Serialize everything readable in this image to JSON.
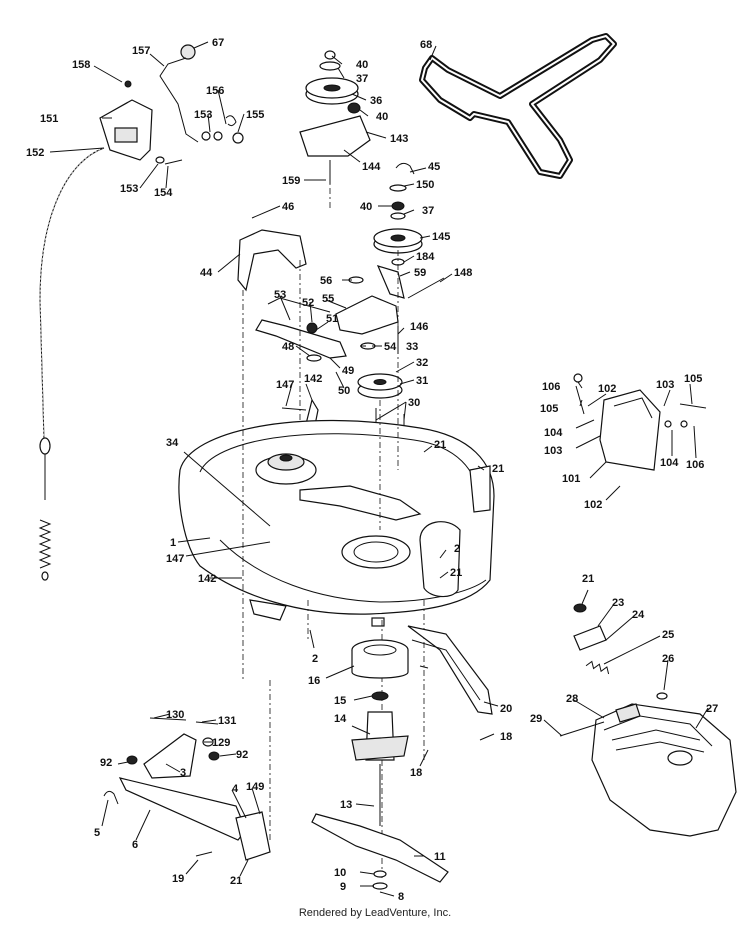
{
  "footer": "Rendered by LeadVenture, Inc.",
  "callouts": {
    "c1": "1",
    "c2a": "2",
    "c2b": "2",
    "c3": "3",
    "c4": "4",
    "c5": "5",
    "c6": "6",
    "c8": "8",
    "c9": "9",
    "c10": "10",
    "c11": "11",
    "c13": "13",
    "c14": "14",
    "c15": "15",
    "c16": "16",
    "c18a": "18",
    "c18b": "18",
    "c19": "19",
    "c20": "20",
    "c21a": "21",
    "c21b": "21",
    "c21c": "21",
    "c21d": "21",
    "c21e": "21",
    "c23": "23",
    "c24": "24",
    "c25": "25",
    "c26": "26",
    "c27": "27",
    "c28": "28",
    "c29": "29",
    "c30": "30",
    "c31": "31",
    "c32": "32",
    "c33": "33",
    "c34": "34",
    "c36": "36",
    "c37a": "37",
    "c37b": "37",
    "c40a": "40",
    "c40b": "40",
    "c40c": "40",
    "c44": "44",
    "c45": "45",
    "c46": "46",
    "c48": "48",
    "c49": "49",
    "c50": "50",
    "c51": "51",
    "c52": "52",
    "c53": "53",
    "c54": "54",
    "c55": "55",
    "c56": "56",
    "c59": "59",
    "c67": "67",
    "c68": "68",
    "c92a": "92",
    "c92b": "92",
    "c101": "101",
    "c102a": "102",
    "c102b": "102",
    "c103a": "103",
    "c103b": "103",
    "c104a": "104",
    "c104b": "104",
    "c105a": "105",
    "c105b": "105",
    "c106a": "106",
    "c106b": "106",
    "c129": "129",
    "c130": "130",
    "c131": "131",
    "c142a": "142",
    "c142b": "142",
    "c143": "143",
    "c144": "144",
    "c145": "145",
    "c146": "146",
    "c147a": "147",
    "c147b": "147",
    "c148": "148",
    "c149": "149",
    "c150": "150",
    "c151": "151",
    "c152": "152",
    "c153a": "153",
    "c153b": "153",
    "c154": "154",
    "c155": "155",
    "c156": "156",
    "c157": "157",
    "c158": "158",
    "c159": "159",
    "c184": "184"
  }
}
